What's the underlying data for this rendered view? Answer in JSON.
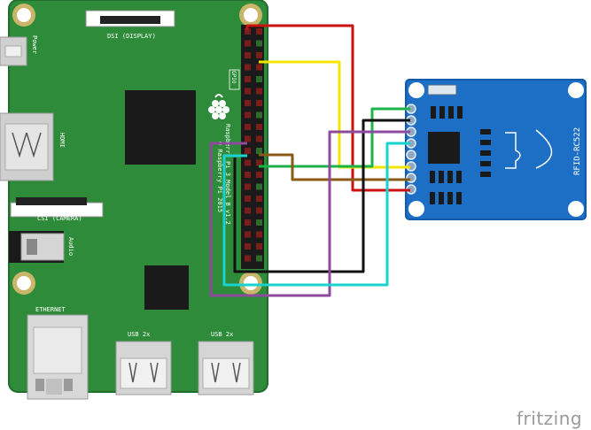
{
  "pi": {
    "labels": {
      "power": "Power",
      "dsi": "DSI (DISPLAY)",
      "hdmi": "HDMI",
      "csi": "CSI (CAMERA)",
      "audio": "Audio",
      "ethernet": "ETHERNET",
      "usb_left": "USB 2x",
      "usb_right": "USB 2x",
      "gpio": "GPIO",
      "model": "Raspberry Pi 3 Model B v1.2",
      "copyright": "© Raspberry Pi 2015"
    },
    "colors": {
      "board": "#2e8b3a",
      "board_edge": "#1f6e2b",
      "chip": "#1a1a1a",
      "header_pin": "#7a1d1d"
    }
  },
  "rfid": {
    "label": "RFID-RC522",
    "colors": {
      "board": "#1c6fc4",
      "board_edge": "#125aa8"
    }
  },
  "wires": [
    {
      "name": "red",
      "color": "#cc1111"
    },
    {
      "name": "yellow",
      "color": "#f5e400"
    },
    {
      "name": "green",
      "color": "#1bb44a"
    },
    {
      "name": "brown",
      "color": "#8a5a14"
    },
    {
      "name": "black",
      "color": "#111111"
    },
    {
      "name": "purple",
      "color": "#8e4a9c"
    },
    {
      "name": "cyan",
      "color": "#18d3d0"
    }
  ],
  "watermark": "fritzing"
}
